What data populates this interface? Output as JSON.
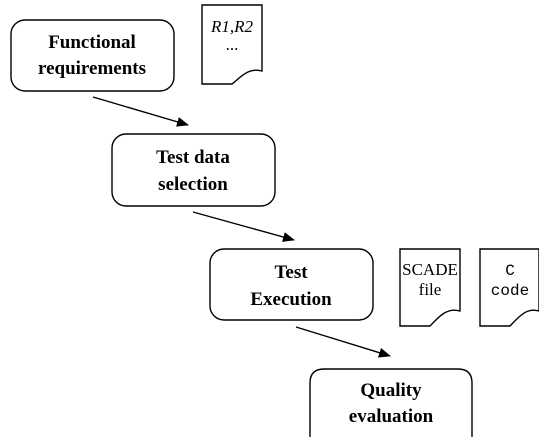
{
  "steps": {
    "functional_requirements": {
      "line1": "Functional",
      "line2": "requirements"
    },
    "test_data_selection": {
      "line1": "Test data",
      "line2": "selection"
    },
    "test_execution": {
      "line1": "Test",
      "line2": "Execution"
    },
    "quality_evaluation": {
      "line1": "Quality",
      "line2": "evaluation"
    }
  },
  "documents": {
    "requirements_doc": {
      "line1": "R1,R2",
      "line2": "..."
    },
    "scade_file": {
      "line1": "SCADE",
      "line2": "file"
    },
    "c_code": {
      "line1": "C",
      "line2": "code"
    }
  }
}
